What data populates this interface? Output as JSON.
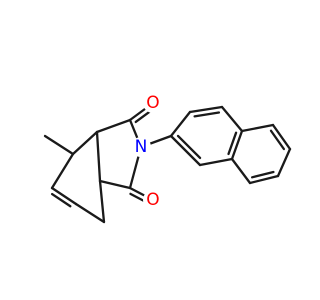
{
  "molecule": {
    "atoms": {
      "o1": {
        "symbol": "O",
        "color": "#ff0000"
      },
      "o2": {
        "symbol": "O",
        "color": "#ff0000"
      },
      "n": {
        "symbol": "N",
        "color": "#0000ff"
      }
    },
    "bond_color": "#1a1a1a",
    "background": "#ffffff"
  }
}
